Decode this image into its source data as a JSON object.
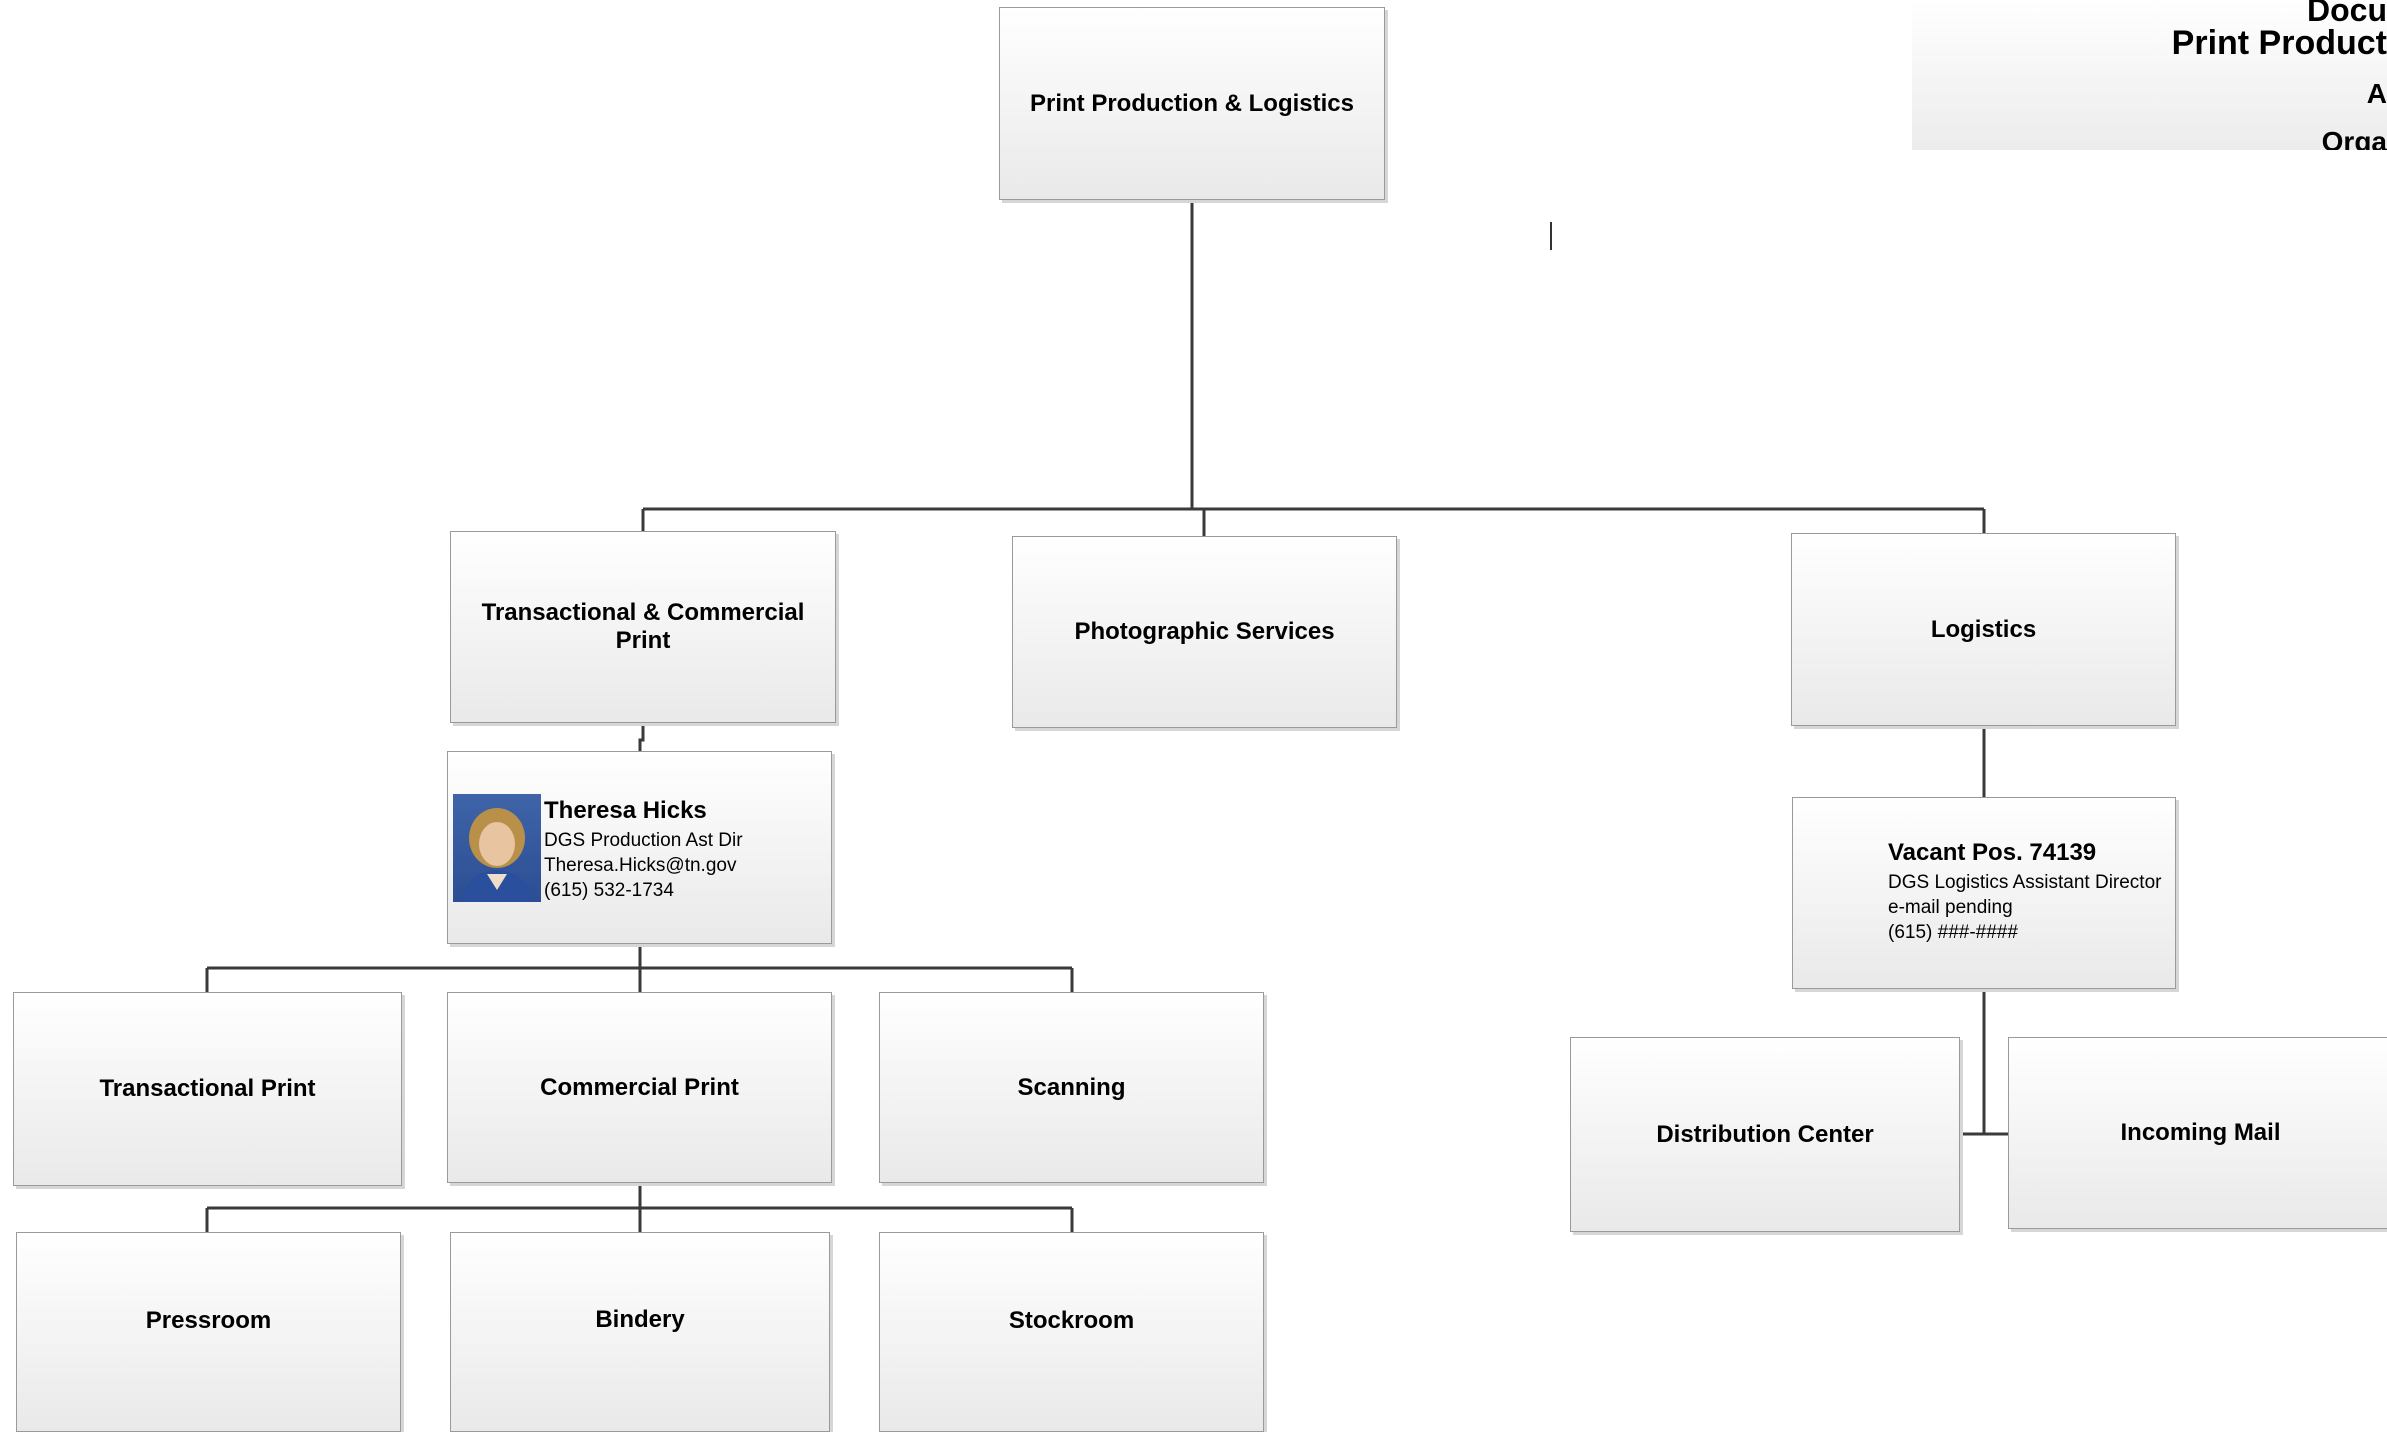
{
  "title_block": {
    "line1": "Docu",
    "line2": "Print Product",
    "line3": "A",
    "line4": "Orga"
  },
  "org_chart": {
    "root": {
      "label": "Print Production & Logistics"
    },
    "divisions": {
      "transactional_commercial": {
        "label": "Transactional & Commercial Print"
      },
      "photographic": {
        "label": "Photographic Services"
      },
      "logistics": {
        "label": "Logistics"
      }
    },
    "managers": {
      "theresa": {
        "name": "Theresa Hicks",
        "title": "DGS Production Ast Dir",
        "email": "Theresa.Hicks@tn.gov",
        "phone": "(615) 532-1734",
        "photo_icon": "person-photo"
      },
      "vacant": {
        "name": "Vacant Pos. 74139",
        "title": "DGS Logistics Assistant Director",
        "email": "e-mail pending",
        "phone": "(615) ###-####"
      }
    },
    "units": {
      "transactional_print": "Transactional Print",
      "commercial_print": "Commercial Print",
      "scanning": "Scanning",
      "pressroom": "Pressroom",
      "bindery": "Bindery",
      "stockroom": "Stockroom",
      "distribution_center": "Distribution Center",
      "incoming_mail": "Incoming Mail"
    }
  },
  "colors": {
    "connector": "#3a3a3a",
    "box_border": "#9a9a9a"
  }
}
